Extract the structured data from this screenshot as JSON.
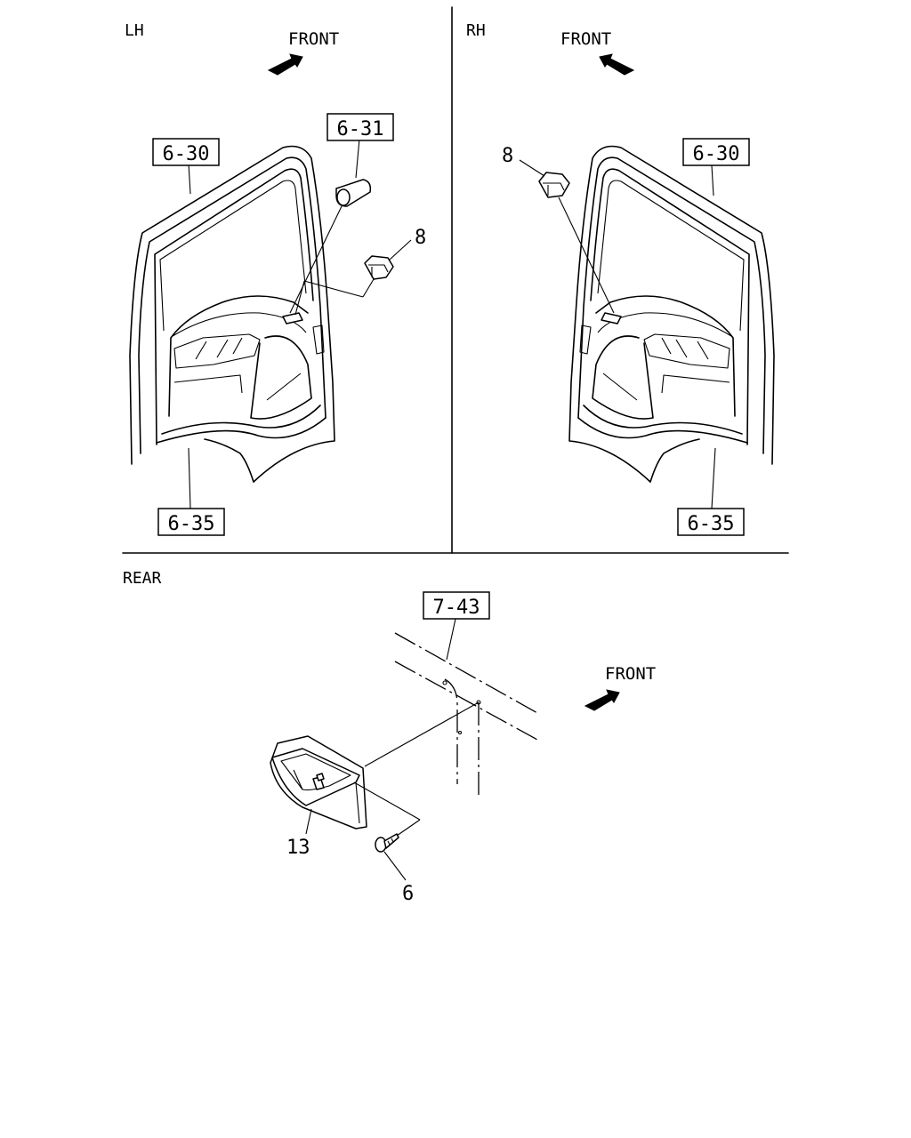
{
  "sections": {
    "lh": "LH",
    "rh": "RH",
    "rear": "REAR"
  },
  "front_labels": {
    "lh": "FRONT",
    "rh": "FRONT",
    "rear": "FRONT"
  },
  "refs": {
    "lh_door_top": "6-30",
    "lh_lamp": "6-31",
    "lh_door_bottom": "6-35",
    "rh_door_top": "6-30",
    "rh_door_bottom": "6-35",
    "rear_panel": "7-43"
  },
  "callouts": {
    "lh_switch": "8",
    "rh_switch": "8",
    "rear_lamp": "13",
    "screw": "6"
  }
}
